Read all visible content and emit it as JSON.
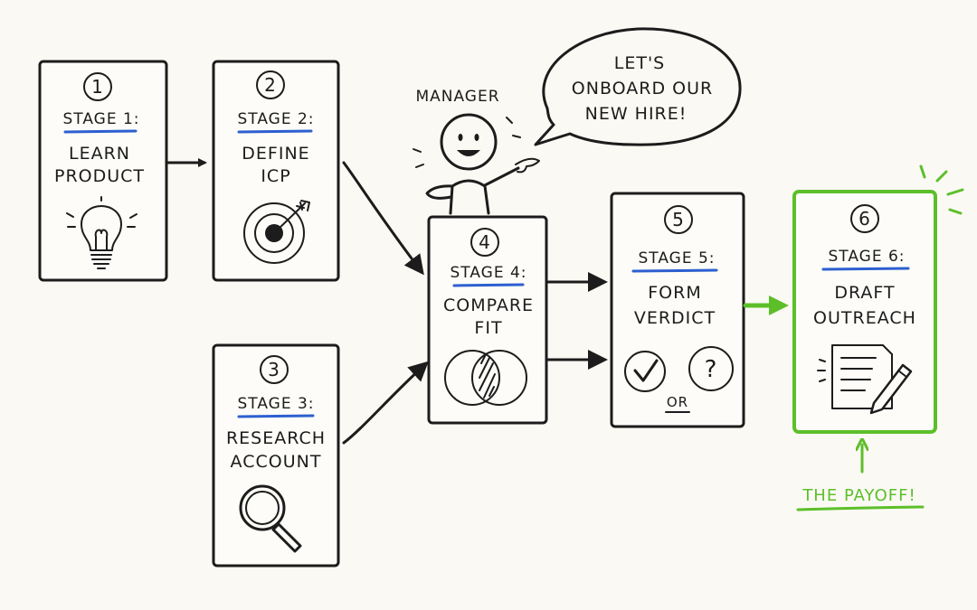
{
  "manager": {
    "label": "MANAGER",
    "speech": [
      "LET'S",
      "ONBOARD OUR",
      "NEW HIRE!"
    ]
  },
  "stages": [
    {
      "number": "1",
      "stage_label": "STAGE 1:",
      "title": [
        "LEARN",
        "PRODUCT"
      ],
      "icon": "lightbulb-icon"
    },
    {
      "number": "2",
      "stage_label": "STAGE 2:",
      "title": [
        "DEFINE",
        "ICP"
      ],
      "icon": "target-icon"
    },
    {
      "number": "3",
      "stage_label": "STAGE 3:",
      "title": [
        "RESEARCH",
        "ACCOUNT"
      ],
      "icon": "magnifier-icon"
    },
    {
      "number": "4",
      "stage_label": "STAGE 4:",
      "title": [
        "COMPARE",
        "FIT"
      ],
      "icon": "venn-diagram-icon"
    },
    {
      "number": "5",
      "stage_label": "STAGE 5:",
      "title": [
        "FORM",
        "VERDICT"
      ],
      "icon": "check-or-question-icon",
      "or_label": "OR"
    },
    {
      "number": "6",
      "stage_label": "STAGE 6:",
      "title": [
        "DRAFT",
        "OUTREACH"
      ],
      "icon": "document-pencil-icon",
      "highlight": true
    }
  ],
  "payoff": "THE PAYOFF!",
  "colors": {
    "ink": "#1c1c1c",
    "underline": "#2d5fd0",
    "accent": "#5cbf2a",
    "background": "#fbf9f3"
  }
}
